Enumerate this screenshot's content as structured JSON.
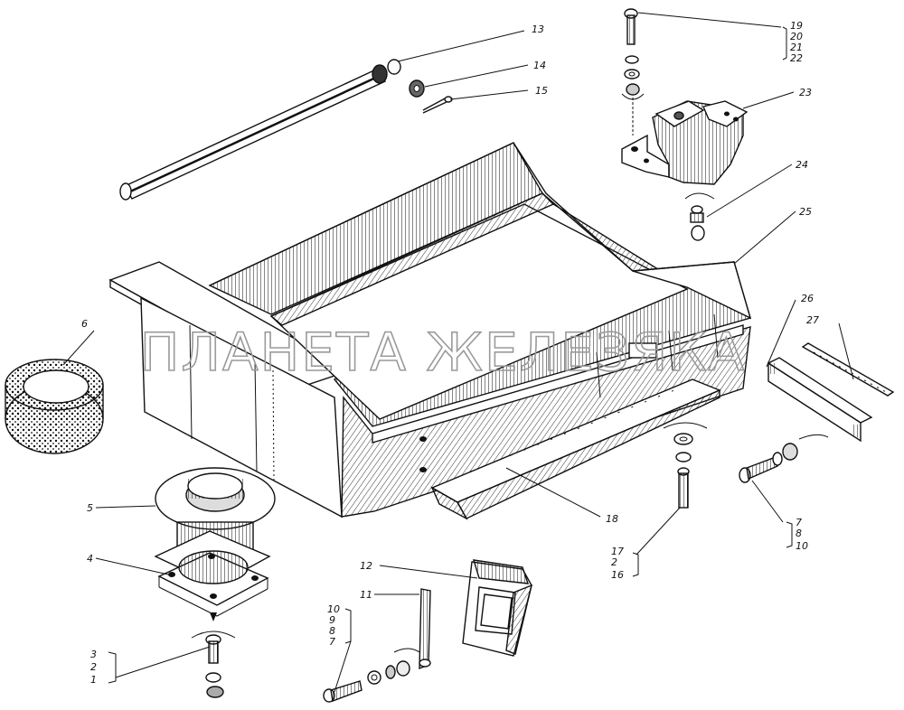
{
  "watermark": "ПЛАНЕТА ЖЕЛЕЗЯКА",
  "callouts": {
    "c13": "13",
    "c14": "14",
    "c15": "15",
    "c19": "19",
    "c20": "20",
    "c21": "21",
    "c22": "22",
    "c23": "23",
    "c24": "24",
    "c25": "25",
    "c6": "6",
    "c5": "5",
    "c4": "4",
    "c26": "26",
    "c27": "27",
    "c7a": "7",
    "c8a": "8",
    "c10a": "10",
    "c18": "18",
    "c17": "17",
    "c2a": "2",
    "c16": "16",
    "c12": "12",
    "c11": "11",
    "c10b": "10",
    "c9": "9",
    "c8b": "8",
    "c7b": "7",
    "c3": "3",
    "c2b": "2",
    "c1": "1"
  }
}
